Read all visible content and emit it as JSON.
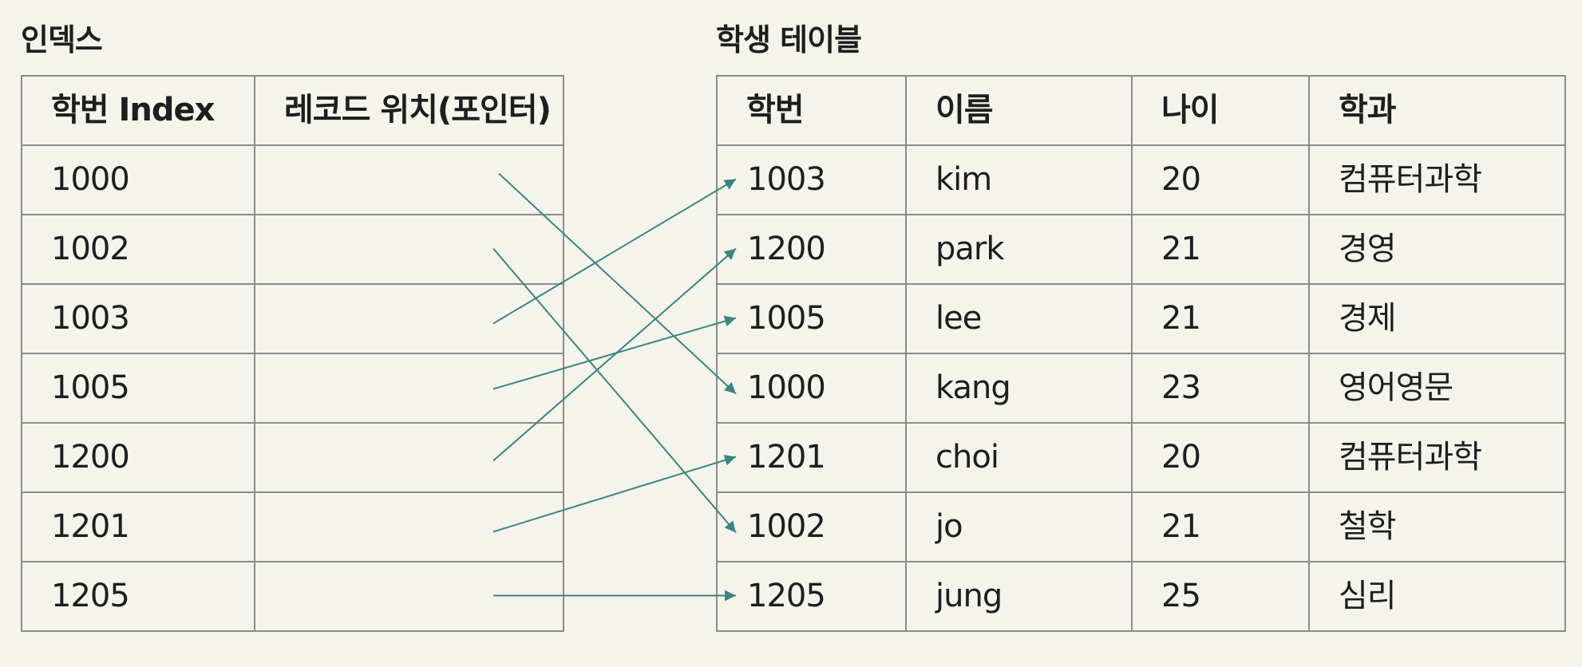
{
  "index_table": {
    "title": "인덱스",
    "headers": [
      "학번 Index",
      "레코드 위치(포인터)"
    ],
    "rows": [
      {
        "id": "1000",
        "pointer": ""
      },
      {
        "id": "1002",
        "pointer": ""
      },
      {
        "id": "1003",
        "pointer": ""
      },
      {
        "id": "1005",
        "pointer": ""
      },
      {
        "id": "1200",
        "pointer": ""
      },
      {
        "id": "1201",
        "pointer": ""
      },
      {
        "id": "1205",
        "pointer": ""
      }
    ]
  },
  "student_table": {
    "title": "학생 테이블",
    "headers": [
      "학번",
      "이름",
      "나이",
      "학과"
    ],
    "rows": [
      {
        "id": "1003",
        "name": "kim",
        "age": "20",
        "dept": "컴퓨터과학"
      },
      {
        "id": "1200",
        "name": "park",
        "age": "21",
        "dept": "경영"
      },
      {
        "id": "1005",
        "name": "lee",
        "age": "21",
        "dept": "경제"
      },
      {
        "id": "1000",
        "name": "kang",
        "age": "23",
        "dept": "영어영문"
      },
      {
        "id": "1201",
        "name": "choi",
        "age": "20",
        "dept": "컴퓨터과학"
      },
      {
        "id": "1002",
        "name": "jo",
        "age": "21",
        "dept": "철학"
      },
      {
        "id": "1205",
        "name": "jung",
        "age": "25",
        "dept": "심리"
      }
    ]
  },
  "pointers": [
    {
      "from_index_row": 0,
      "to_table_row": 3
    },
    {
      "from_index_row": 1,
      "to_table_row": 5
    },
    {
      "from_index_row": 2,
      "to_table_row": 0
    },
    {
      "from_index_row": 3,
      "to_table_row": 2
    },
    {
      "from_index_row": 4,
      "to_table_row": 1
    },
    {
      "from_index_row": 5,
      "to_table_row": 4
    },
    {
      "from_index_row": 6,
      "to_table_row": 6
    }
  ],
  "colors": {
    "background": "#f5f4ea",
    "border": "#8c8c8c",
    "arrow": "#3b8585",
    "text": "#1e1e1e"
  }
}
